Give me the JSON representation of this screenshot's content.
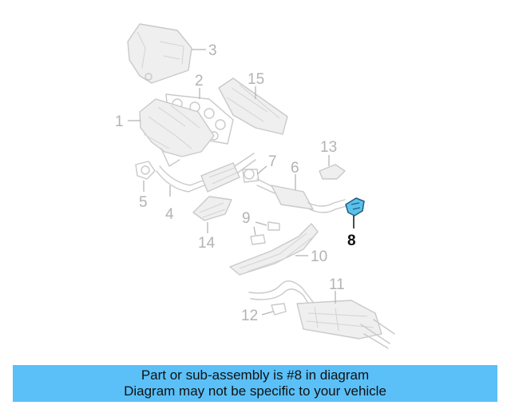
{
  "diagram": {
    "callouts": [
      {
        "id": "1",
        "label": "1"
      },
      {
        "id": "2",
        "label": "2"
      },
      {
        "id": "3",
        "label": "3"
      },
      {
        "id": "4",
        "label": "4"
      },
      {
        "id": "5",
        "label": "5"
      },
      {
        "id": "6",
        "label": "6"
      },
      {
        "id": "7",
        "label": "7"
      },
      {
        "id": "8",
        "label": "8"
      },
      {
        "id": "9",
        "label": "9"
      },
      {
        "id": "10",
        "label": "10"
      },
      {
        "id": "11",
        "label": "11"
      },
      {
        "id": "12",
        "label": "12"
      },
      {
        "id": "13",
        "label": "13"
      },
      {
        "id": "14",
        "label": "14"
      },
      {
        "id": "15",
        "label": "15"
      }
    ],
    "highlighted_part": "8",
    "highlight_color": "#5bc0eb"
  },
  "banner": {
    "line1": "Part or sub-assembly is #8 in diagram",
    "line2": "Diagram may not be specific to your vehicle",
    "background": "#5bc0f8"
  }
}
